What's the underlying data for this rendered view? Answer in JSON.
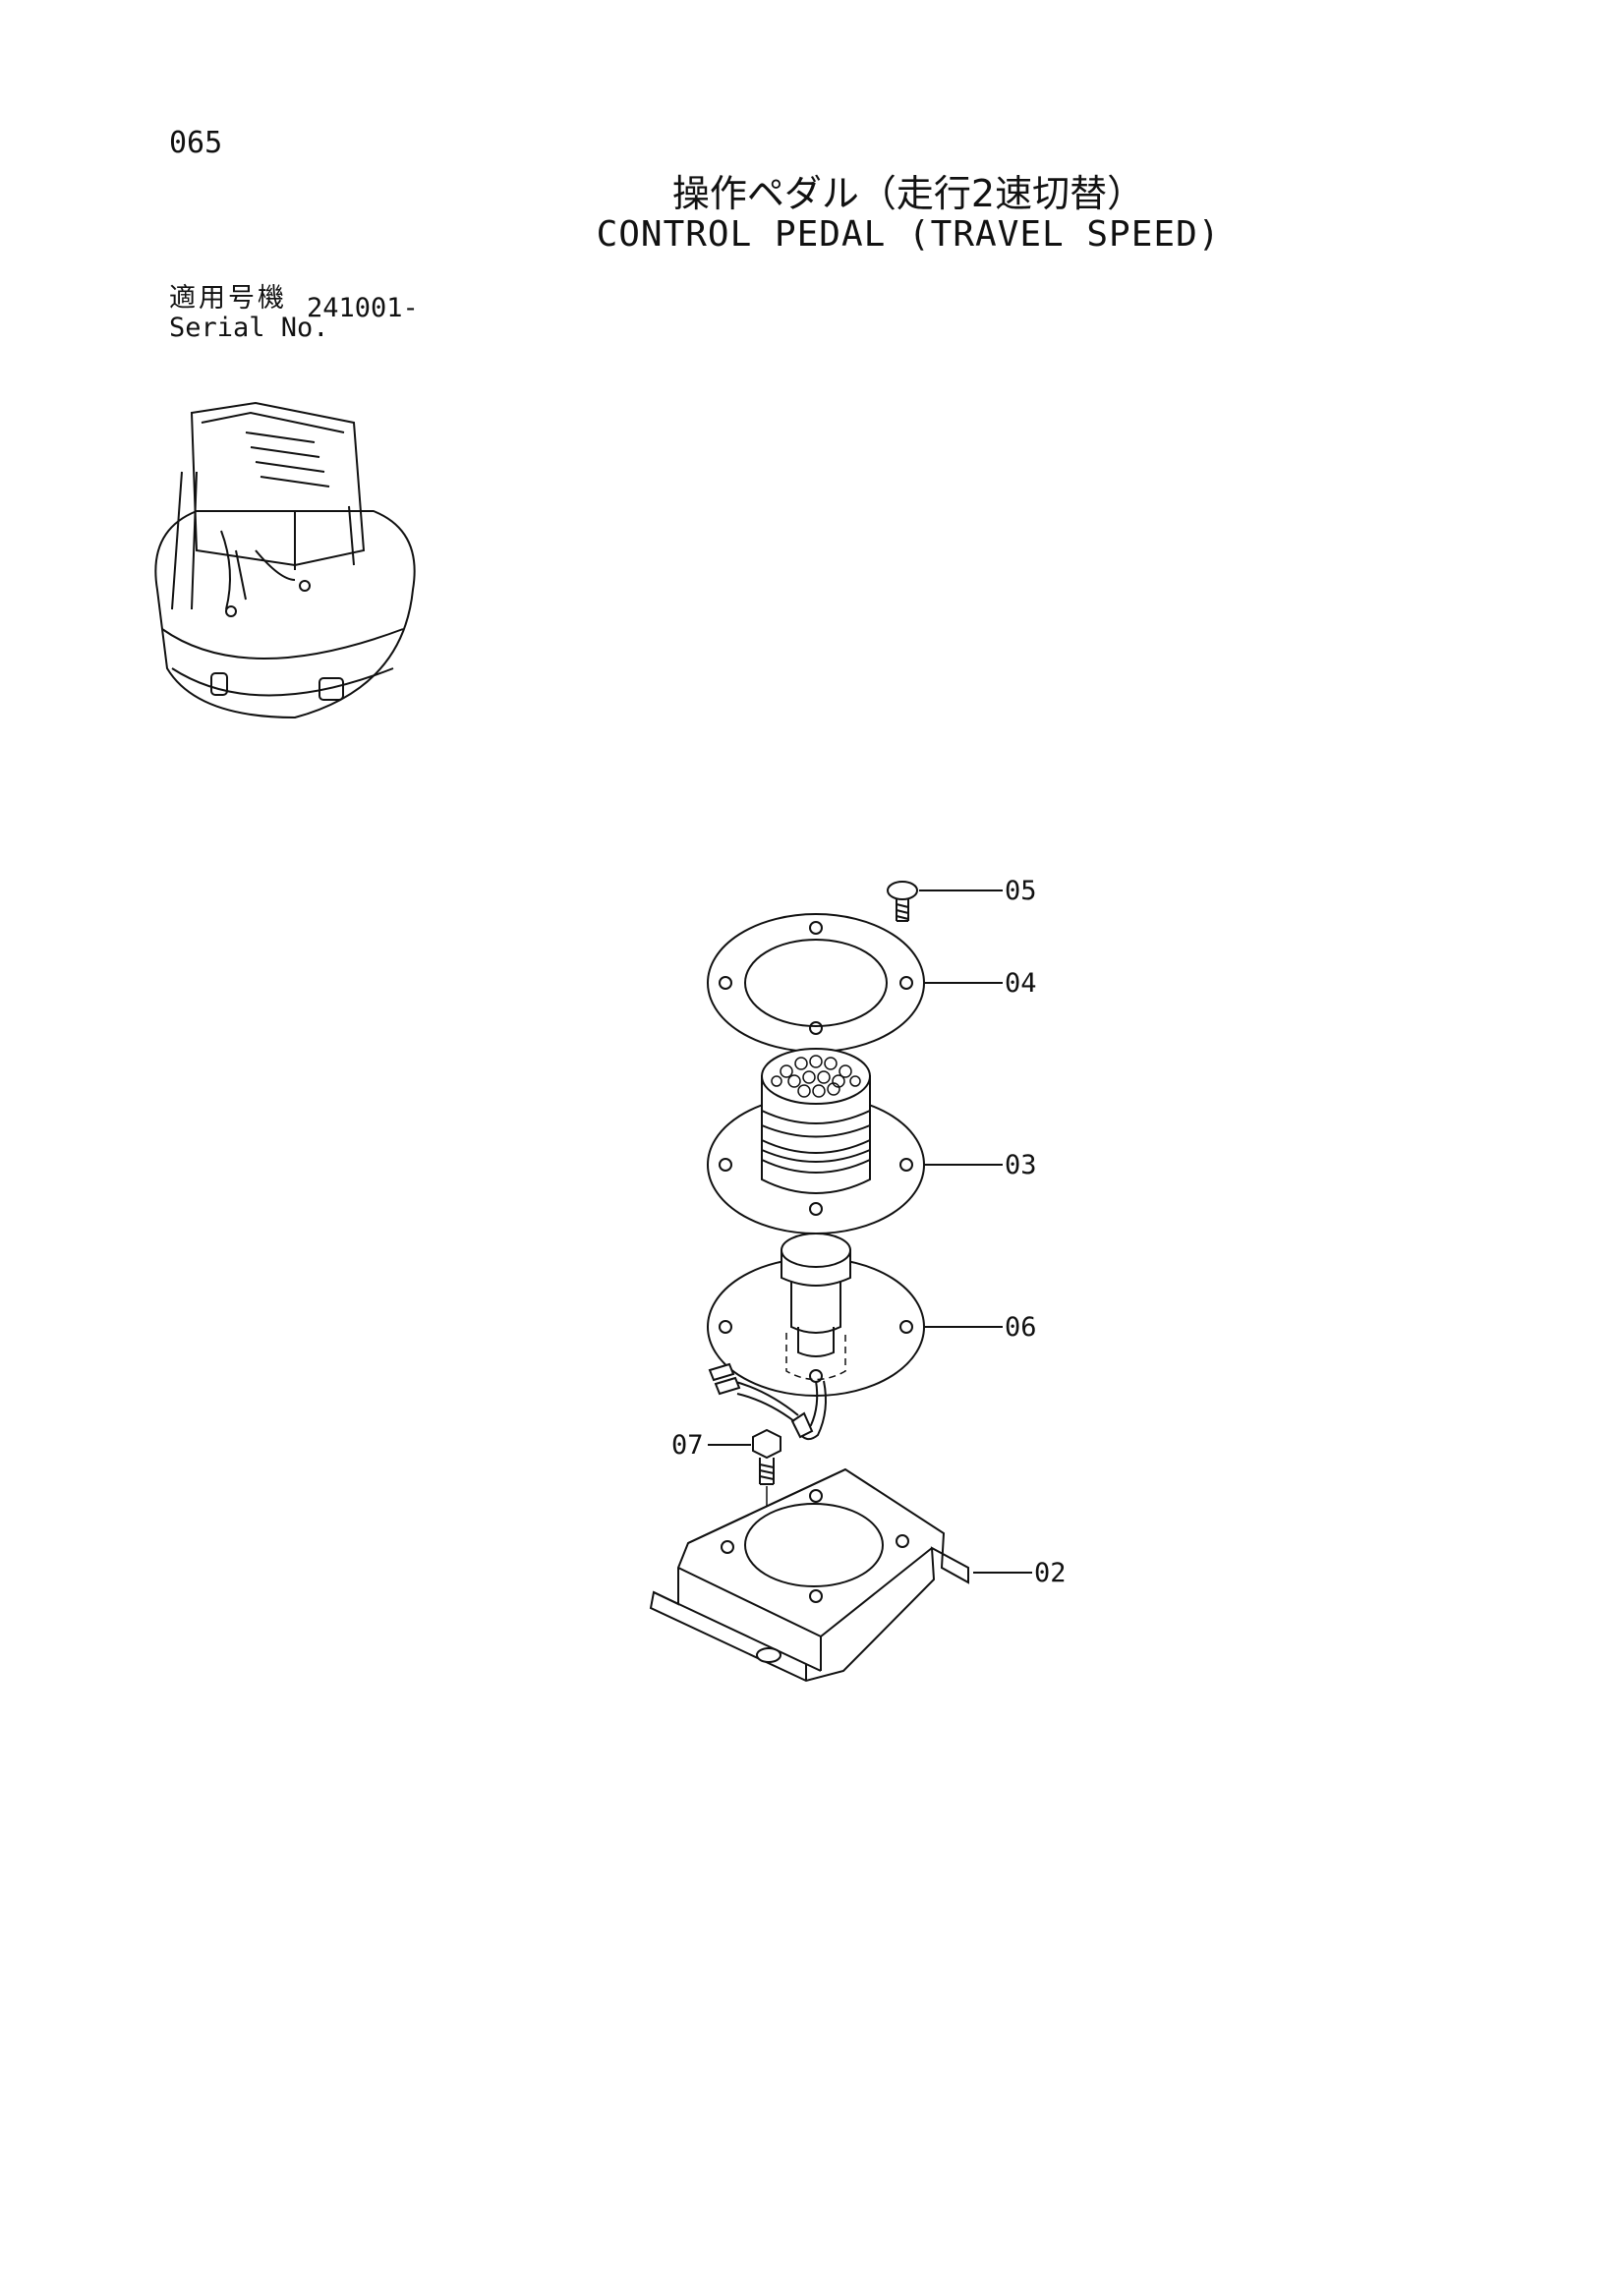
{
  "page_number": "065",
  "title_jp": "操作ペダル（走行2速切替）",
  "title_en": "CONTROL PEDAL (TRAVEL SPEED)",
  "serial": {
    "label_jp": "適用号機",
    "label_en": "Serial No.",
    "value": "241001-"
  },
  "callouts": [
    "05",
    "04",
    "03",
    "06",
    "07",
    "02"
  ]
}
